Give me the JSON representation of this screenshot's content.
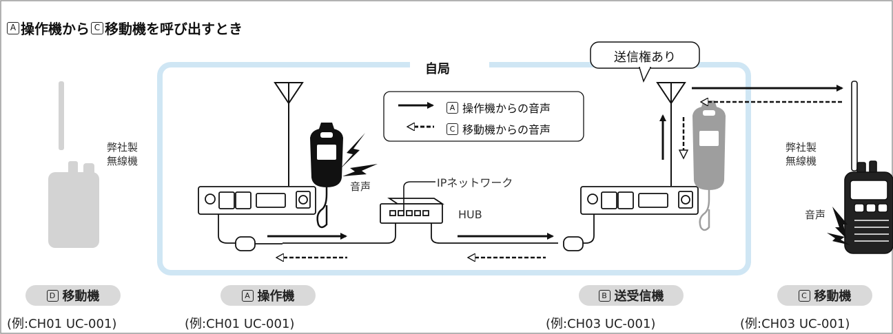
{
  "title": {
    "letter_a": "A",
    "mid": "操作機から",
    "letter_c": "C",
    "end": "移動機を呼び出すとき"
  },
  "site_label": "自局",
  "bubble_text": "送信権あり",
  "legend": {
    "solid": {
      "letter": "A",
      "text": "操作機からの音声"
    },
    "dashed": {
      "letter": "C",
      "text": "移動機からの音声"
    }
  },
  "labels": {
    "left_radio_1": "弊社製",
    "left_radio_2": "無線機",
    "right_radio_1": "弊社製",
    "right_radio_2": "無線機",
    "audio_left": "音声",
    "audio_right": "音声",
    "ip_network": "IPネットワーク",
    "hub": "HUB"
  },
  "stations": [
    {
      "letter": "D",
      "name": "移動機",
      "example": "(例:CH01 UC-001)"
    },
    {
      "letter": "A",
      "name": "操作機",
      "example": "(例:CH01 UC-001)"
    },
    {
      "letter": "B",
      "name": "送受信機",
      "example": "(例:CH03 UC-001)"
    },
    {
      "letter": "C",
      "name": "移動機",
      "example": "(例:CH03 UC-001)"
    }
  ],
  "colors": {
    "site_border": "#cfe6f4",
    "frame": "#999999",
    "device_gray": "#9e9e9e",
    "mic_black": "#111111",
    "pill": "#d9d9d9"
  }
}
